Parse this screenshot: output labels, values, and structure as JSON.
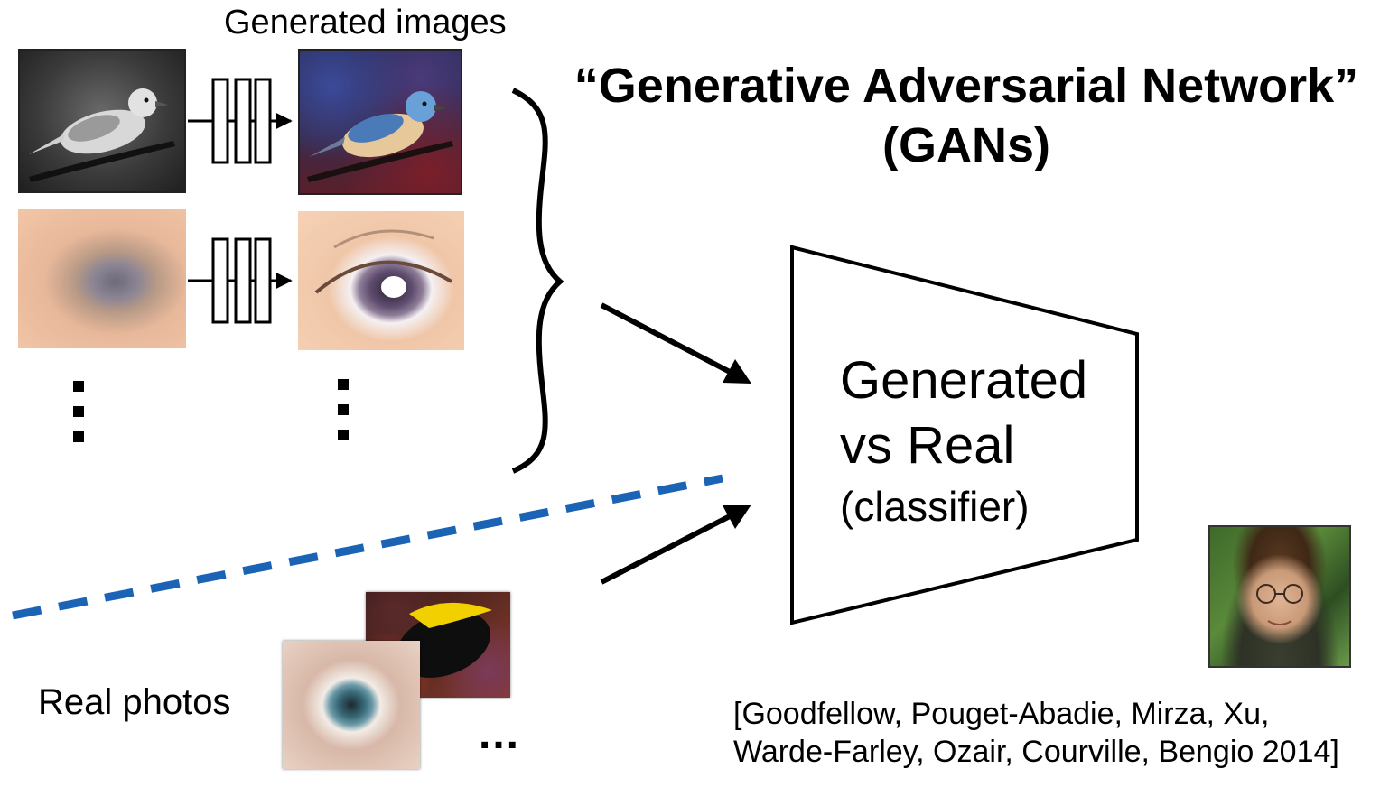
{
  "generated_section": {
    "label": "Generated images"
  },
  "title": {
    "line1": "“Generative Adversarial Network”",
    "line2": "(GANs)"
  },
  "classifier": {
    "line1": "Generated",
    "line2": "vs Real",
    "line3": "(classifier)"
  },
  "real_section": {
    "label": "Real photos",
    "ellipsis": "..."
  },
  "citation": {
    "line1": "[Goodfellow, Pouget-Abadie, Mirza, Xu,",
    "line2": "Warde-Farley, Ozair, Courville, Bengio 2014]"
  },
  "colors": {
    "separator_dashed_line": "#1a63b5",
    "stroke": "#000000"
  },
  "images": {
    "bird_input": "grayscale-bird-image",
    "bird_output": "colorized-bird-image",
    "eye_input": "blurry-eye-image",
    "eye_output": "sharp-eye-image",
    "real_fish": "tropical-fish-photo",
    "real_eye": "eye-closeup-photo",
    "author": "portrait-photo"
  }
}
